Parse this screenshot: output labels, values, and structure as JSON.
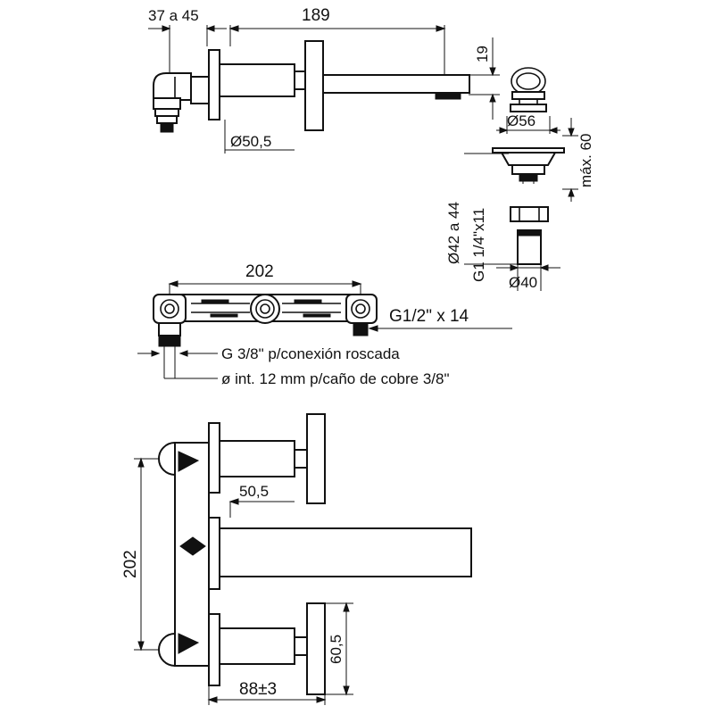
{
  "top_view": {
    "dim_offset": "37 a 45",
    "dim_length": "189",
    "dim_height": "19",
    "dim_plate": "Ø50,5"
  },
  "drain": {
    "dim_top": "Ø56",
    "dim_max": "máx. 60",
    "dim_range": "Ø42 a 44",
    "dim_thread": "G1 1/4\"x11",
    "dim_bottom": "Ø40"
  },
  "body_view": {
    "dim_width": "202",
    "dim_thread": "G1/2\" x 14",
    "note_thread": "G 3/8\" p/conexión roscada",
    "note_pipe": "ø int. 12 mm p/caño de cobre 3/8\""
  },
  "front_view": {
    "dim_offset": "50,5",
    "dim_height": "202",
    "dim_handle": "60,5",
    "dim_depth": "88±3"
  }
}
